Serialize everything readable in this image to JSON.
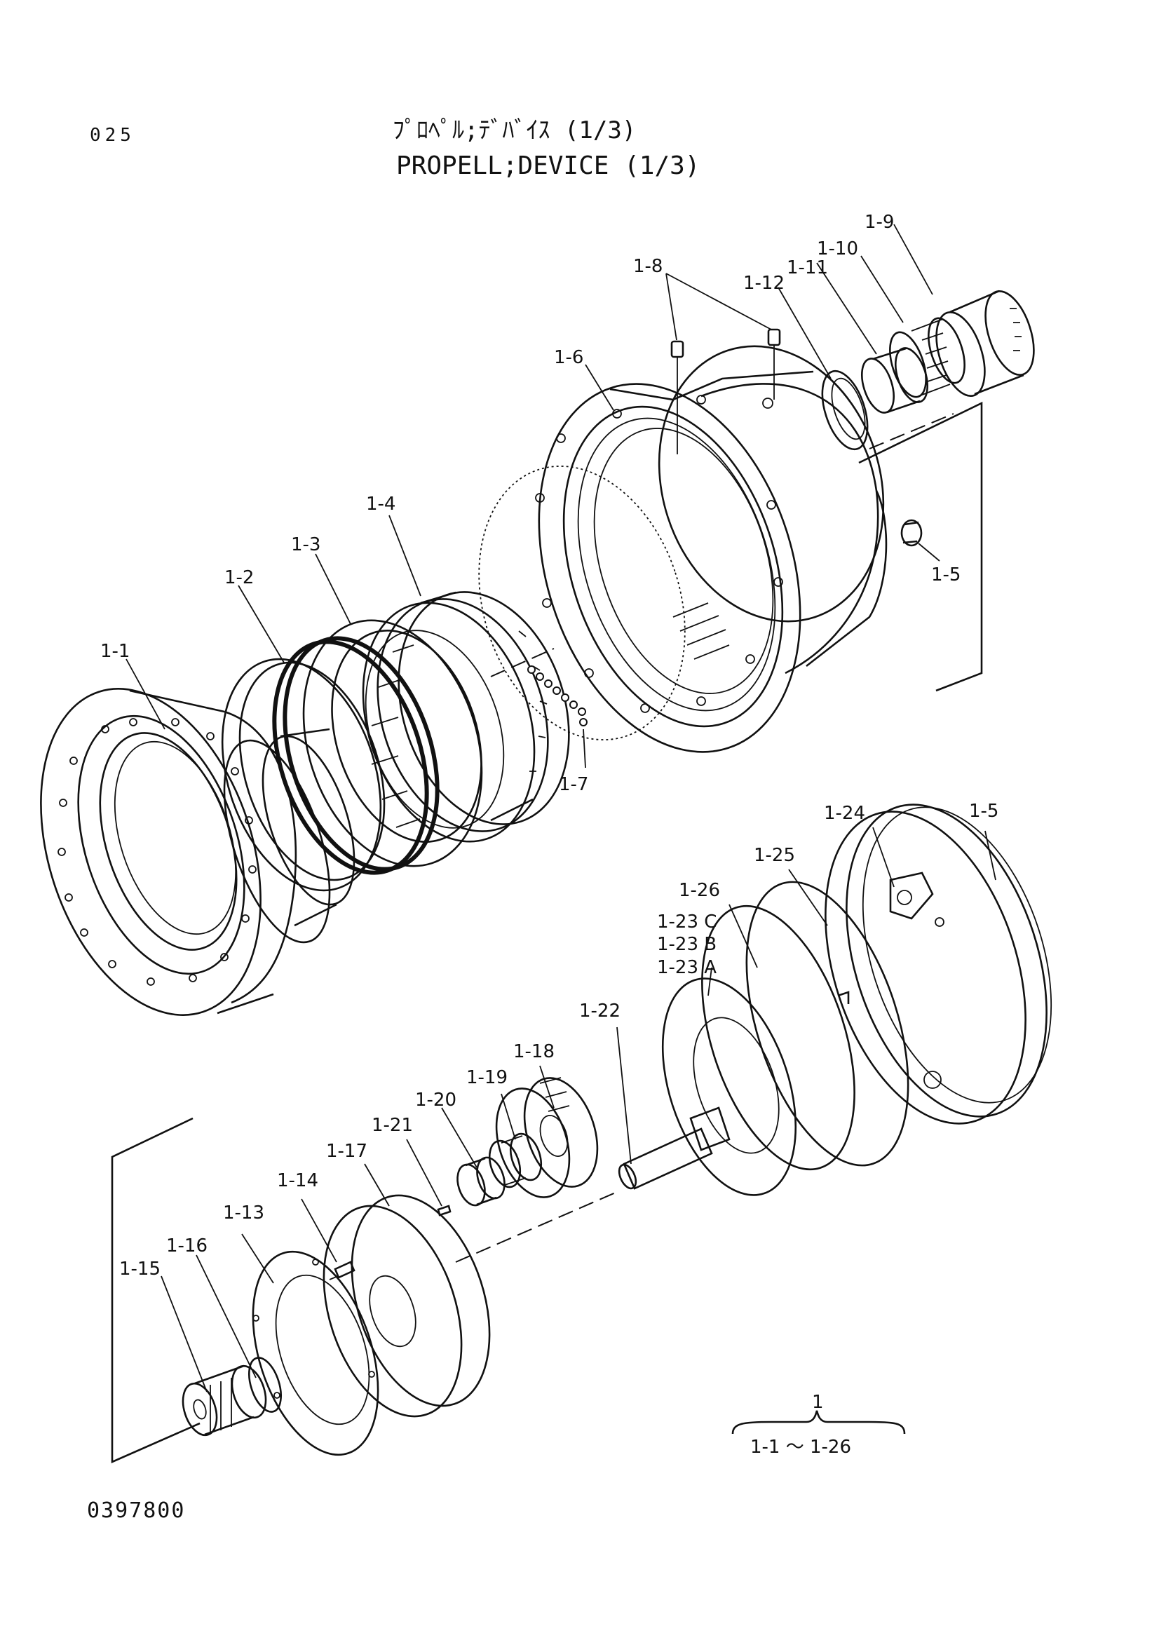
{
  "header": {
    "page_number": "025",
    "title_jp": "ﾌﾟﾛﾍﾟﾙ;ﾃﾞﾊﾞｲｽ (1/3)",
    "title_en": "PROPELL;DEVICE (1/3)"
  },
  "footer": {
    "drawing_number": "0397800"
  },
  "parts": {
    "p1": "1-1",
    "p2": "1-2",
    "p3": "1-3",
    "p4": "1-4",
    "p5": "1-5",
    "p5b": "1-5",
    "p6": "1-6",
    "p7": "1-7",
    "p8": "1-8",
    "p9": "1-9",
    "p10": "1-10",
    "p11": "1-11",
    "p12": "1-12",
    "p13": "1-13",
    "p14": "1-14",
    "p15": "1-15",
    "p16": "1-16",
    "p17": "1-17",
    "p18": "1-18",
    "p19": "1-19",
    "p20": "1-20",
    "p21": "1-21",
    "p22": "1-22",
    "p23a": "1-23 A",
    "p23b": "1-23 B",
    "p23c": "1-23 C",
    "p24": "1-24",
    "p25": "1-25",
    "p26": "1-26"
  },
  "assembly": {
    "label": "1",
    "range": "1-1 ～ 1-26"
  },
  "colors": {
    "ink": "#111111",
    "paper": "#ffffff"
  }
}
